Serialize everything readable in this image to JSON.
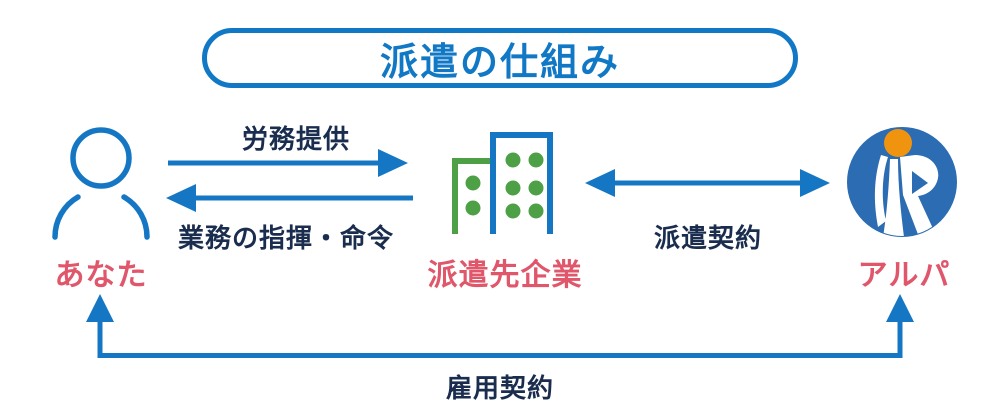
{
  "title": "派遣の仕組み",
  "entities": {
    "worker": {
      "label": "あなた",
      "icon": "person-icon"
    },
    "client": {
      "label": "派遣先企業",
      "icon": "buildings-icon"
    },
    "agency": {
      "label": "アルパ",
      "icon": "alpa-logo"
    }
  },
  "relations": {
    "labor": {
      "label": "労務提供"
    },
    "orders": {
      "label": "業務の指揮・命令"
    },
    "dispatch": {
      "label": "派遣契約"
    },
    "employment": {
      "label": "雇用契約"
    }
  },
  "colors": {
    "line_blue": "#1577c3",
    "title_blue": "#1178c6",
    "label_navy": "#1b2d4f",
    "entity_pink": "#e0566a",
    "building_green": "#4ea046",
    "logo_blue": "#2c6cb2",
    "logo_orange": "#f0930e"
  }
}
